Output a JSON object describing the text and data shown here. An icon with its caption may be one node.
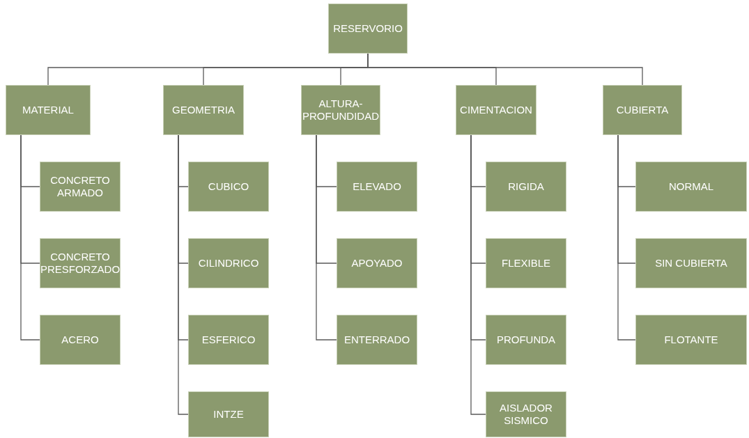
{
  "diagram": {
    "nodes": [
      {
        "text": [
          "RESERVORIO"
        ]
      },
      {
        "text": [
          "MATERIAL"
        ]
      },
      {
        "text": [
          "GEOMETRIA"
        ]
      },
      {
        "text": [
          "ALTURA-PROFUNDIDAD"
        ]
      },
      {
        "text": [
          "CIMENTACION"
        ]
      },
      {
        "text": [
          "CUBIERTA"
        ]
      },
      {
        "text": [
          "CONCRETO ARMADO"
        ]
      },
      {
        "text": [
          "CONCRETO PRESFORZADO"
        ]
      },
      {
        "text": [
          "ACERO"
        ]
      },
      {
        "text": [
          "CUBICO"
        ]
      },
      {
        "text": [
          "CILINDRICO"
        ]
      },
      {
        "text": [
          "ESFERICO"
        ]
      },
      {
        "text": [
          "INTZE"
        ]
      },
      {
        "text": [
          "ELEVADO"
        ]
      },
      {
        "text": [
          "APOYADO"
        ]
      },
      {
        "text": [
          "ENTERRADO"
        ]
      },
      {
        "text": [
          "RIGIDA"
        ]
      },
      {
        "text": [
          "FLEXIBLE"
        ]
      },
      {
        "text": [
          "PROFUNDA"
        ]
      },
      {
        "text": [
          "AISLADOR SISMICO"
        ]
      },
      {
        "text": [
          "NORMAL"
        ]
      },
      {
        "text": [
          "SIN CUBIERTA"
        ]
      },
      {
        "text": [
          "FLOTANTE"
        ]
      }
    ],
    "edges": [
      {
        "from": 0,
        "to": 1,
        "arrow": "none"
      },
      {
        "from": 0,
        "to": 2,
        "arrow": "none"
      },
      {
        "from": 0,
        "to": 3,
        "arrow": "none"
      },
      {
        "from": 0,
        "to": 4,
        "arrow": "none"
      },
      {
        "from": 0,
        "to": 5,
        "arrow": "none"
      },
      {
        "from": 1,
        "to": 6,
        "arrow": "none"
      },
      {
        "from": 1,
        "to": 7,
        "arrow": "none"
      },
      {
        "from": 1,
        "to": 8,
        "arrow": "none"
      },
      {
        "from": 2,
        "to": 9,
        "arrow": "none"
      },
      {
        "from": 2,
        "to": 10,
        "arrow": "none"
      },
      {
        "from": 2,
        "to": 11,
        "arrow": "none"
      },
      {
        "from": 2,
        "to": 12,
        "arrow": "none"
      },
      {
        "from": 3,
        "to": 13,
        "arrow": "none"
      },
      {
        "from": 3,
        "to": 14,
        "arrow": "none"
      },
      {
        "from": 3,
        "to": 15,
        "arrow": "none"
      },
      {
        "from": 4,
        "to": 16,
        "arrow": "none"
      },
      {
        "from": 4,
        "to": 17,
        "arrow": "none"
      },
      {
        "from": 4,
        "to": 18,
        "arrow": "none"
      },
      {
        "from": 4,
        "to": 19,
        "arrow": "none"
      },
      {
        "from": 5,
        "to": 20,
        "arrow": "none"
      },
      {
        "from": 5,
        "to": 21,
        "arrow": "none"
      },
      {
        "from": 5,
        "to": 22,
        "arrow": "none"
      }
    ]
  }
}
